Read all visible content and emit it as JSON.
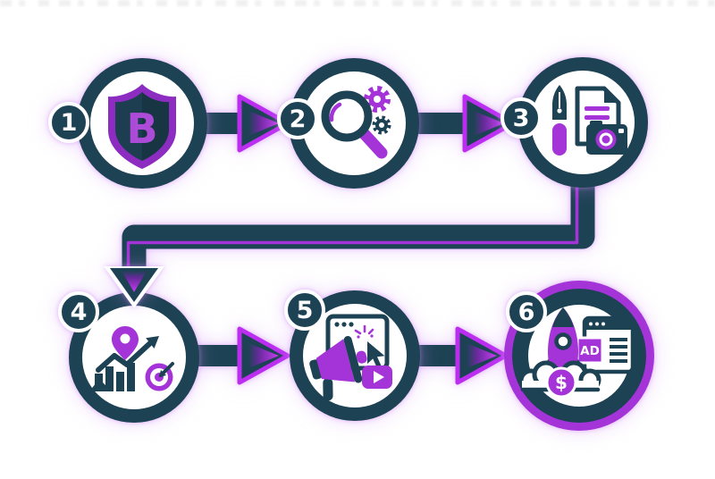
{
  "colors": {
    "bg": "#ffffff",
    "dark": "#1d4254",
    "purple": "#a433d8",
    "purple-bright": "#bb2ef0",
    "purple-deep": "#8d2cc0",
    "purple-light": "#ad4bd9",
    "glow": "#e3c8f5"
  },
  "steps": [
    {
      "number": "1",
      "icon": "shield-brand-monogram",
      "monogram": "B"
    },
    {
      "number": "2",
      "icon": "magnifier-with-gears"
    },
    {
      "number": "3",
      "icon": "pen-document-camera"
    },
    {
      "number": "4",
      "icon": "growth-chart-pin-target"
    },
    {
      "number": "5",
      "icon": "browser-megaphone-video"
    },
    {
      "number": "6",
      "icon": "rocket-launch-ad",
      "ad_label": "AD",
      "coin_symbol": "$"
    }
  ]
}
